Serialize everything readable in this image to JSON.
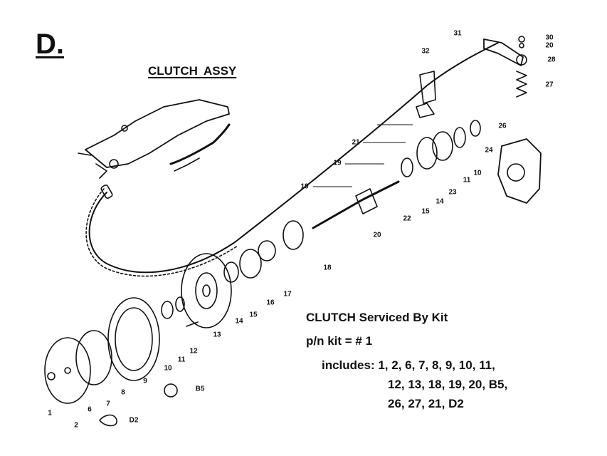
{
  "section_letter": "D.",
  "title": "CLUTCH  ASSY",
  "kit": {
    "heading": "CLUTCH Serviced By Kit",
    "part_number": "p/n kit = # 1",
    "includes_1": "includes: 1, 2, 6, 7, 8, 9, 10, 11,",
    "includes_2": "12, 13, 18, 19, 20, B5,",
    "includes_3": "26, 27, 21, D2"
  },
  "labels": [
    "1",
    "2",
    "D2",
    "6",
    "7",
    "8",
    "9",
    "10",
    "11",
    "12",
    "B5",
    "13",
    "14",
    "15",
    "16",
    "17",
    "18",
    "20",
    "19",
    "19",
    "21",
    "22",
    "15",
    "14",
    "23",
    "11",
    "10",
    "24",
    "26",
    "27",
    "28",
    "20",
    "30",
    "31",
    "32"
  ]
}
